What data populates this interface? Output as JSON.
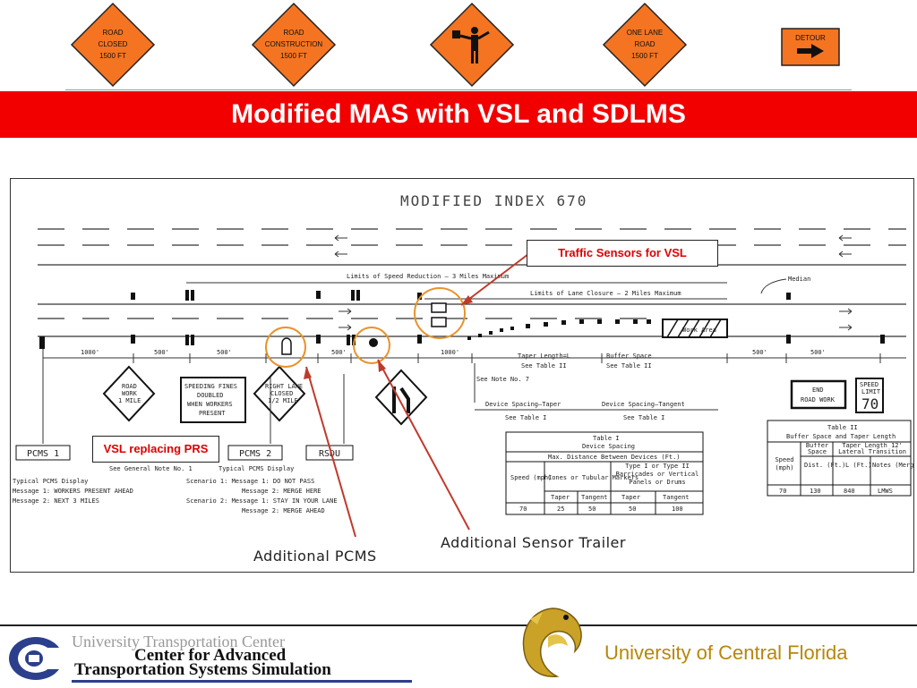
{
  "signs": [
    {
      "type": "diamond",
      "lines": [
        "ROAD",
        "CLOSED",
        "1500 FT"
      ]
    },
    {
      "type": "diamond",
      "lines": [
        "ROAD",
        "CONSTRUCTION",
        "1500 FT"
      ]
    },
    {
      "type": "diamond-flagger",
      "lines": []
    },
    {
      "type": "diamond",
      "lines": [
        "ONE LANE",
        "ROAD",
        "1500 FT"
      ]
    },
    {
      "type": "rect",
      "lines": [
        "DETOUR"
      ]
    }
  ],
  "title": "Modified MAS with VSL and SDLMS",
  "diagram": {
    "heading": "MODIFIED INDEX 670",
    "labels": {
      "speed_reduction": "Limits of Speed Reduction — 3 Miles Maximum",
      "lane_closure": "Limits of Lane Closure — 2 Miles Maximum",
      "median": "Median",
      "work_area": "Work Area",
      "taper": "Taper Length=L",
      "taper_sub": "See Table II",
      "buffer": "Buffer Space",
      "buffer_sub": "See Table II",
      "see_note": "See Note No. 7",
      "spacing_taper": "Device Spacing—Taper",
      "spacing_taper_sub": "See Table I",
      "spacing_tangent": "Device Spacing—Tangent",
      "spacing_tangent_sub": "See Table I",
      "d1000a": "1000'",
      "d500a": "500'",
      "d500b": "500'",
      "d500c": "500'",
      "d1000b": "1000'",
      "d500d": "500'",
      "d500e": "500'",
      "pcms1": "PCMS 1",
      "pcms2": "PCMS 2",
      "rsdu": "RSDU",
      "general_note": "See General Note No. 1",
      "pcms1_display": [
        "Typical PCMS Display",
        "Message 1: WORKERS PRESENT AHEAD",
        "Message 2: NEXT 3 MILES"
      ],
      "pcms2_display": [
        "Typical PCMS Display",
        "Scenario 1: Message 1: DO NOT PASS",
        "Message 2: MERGE HERE",
        "Scenario 2: Message 1: STAY IN YOUR LANE",
        "Message 2: MERGE AHEAD"
      ],
      "sign_road_work": [
        "ROAD",
        "WORK",
        "1 MILE"
      ],
      "sign_speeding": [
        "SPEEDING FINES",
        "DOUBLED",
        "WHEN WORKERS",
        "PRESENT"
      ],
      "sign_right_lane": [
        "RIGHT LANE",
        "CLOSED",
        "1/2 MILE"
      ],
      "sign_end": [
        "END",
        "ROAD WORK"
      ],
      "sign_speed_limit": [
        "SPEED",
        "LIMIT",
        "70"
      ]
    },
    "table1": {
      "title": [
        "Table I",
        "Device Spacing"
      ],
      "subheader": "Max. Distance Between Devices (Ft.)",
      "col1": "Speed (mph)",
      "col2": "Cones or Tubular Markers",
      "col3": "Type I or Type II Barricades or Vertical Panels or Drums",
      "sub": [
        "Taper",
        "Tangent",
        "Taper",
        "Tangent"
      ],
      "row": [
        "70",
        "25",
        "50",
        "50",
        "100"
      ]
    },
    "table2": {
      "title": [
        "Table II",
        "Buffer Space and Taper Length"
      ],
      "headers": [
        "Speed (mph)",
        "Buffer Space",
        "Taper Length 12' Lateral Transition"
      ],
      "sub": [
        "Dist. (Ft.)",
        "L (Ft.)",
        "Notes (Merge)"
      ],
      "row": [
        "70",
        "130",
        "840",
        "LMWS"
      ]
    }
  },
  "callouts": {
    "traffic_sensors": "Traffic Sensors for VSL",
    "vsl_replacing": "VSL replacing PRS"
  },
  "annotations": {
    "additional_pcms": "Additional PCMS",
    "additional_sensor": "Additional Sensor Trailer"
  },
  "footer": {
    "utc_line1": "University Transportation Center",
    "utc_line2": "Center for Advanced",
    "utc_line3": "Transportation Systems Simulation",
    "ucf": "University of Central Florida"
  },
  "colors": {
    "title_bar": "#f20000",
    "sign_orange": "#f47421",
    "callout_red": "#e00000",
    "ucf_gold": "#b8860b",
    "arrow_red": "#c0392b",
    "highlight_orange": "#e8922b"
  }
}
